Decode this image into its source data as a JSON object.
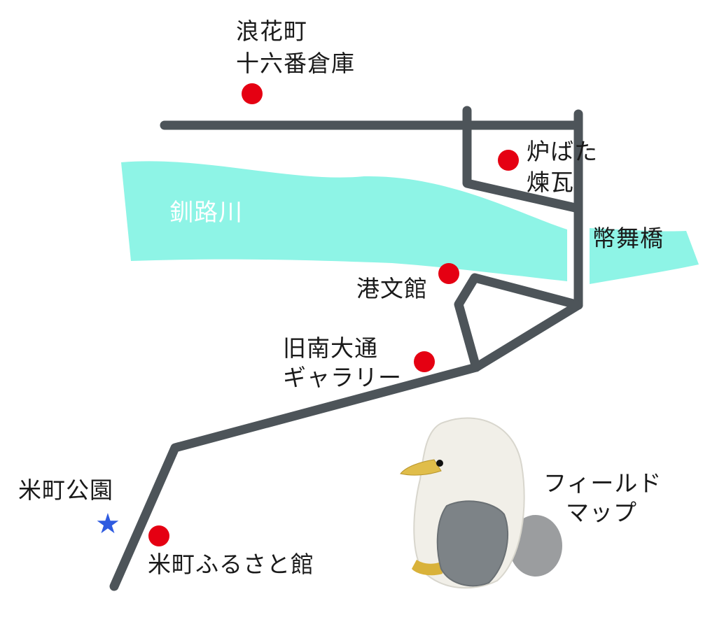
{
  "map": {
    "colors": {
      "road": "#4d5459",
      "river": "#8ef4e6",
      "poi": "#e50012",
      "park_star": "#2e5be0",
      "label": "#1a1a1a",
      "river_label": "#ffffff"
    },
    "labels": {
      "naniwa_l1": "浪花町",
      "naniwa_l2": "十六番倉庫",
      "robata_l1": "炉ばた",
      "robata_l2": "煉瓦",
      "river": "釧路川",
      "nusamai": "幣舞橋",
      "kobunkan": "港文館",
      "kyunan_l1": "旧南大通",
      "kyunan_l2": "ギャラリー",
      "yonemachi_park": "米町公園",
      "furusato": "米町ふるさと館",
      "field_l1": "フィールド",
      "field_l2": "マップ"
    },
    "mascot": {
      "icon": "crocheted-seagull-icon"
    }
  }
}
